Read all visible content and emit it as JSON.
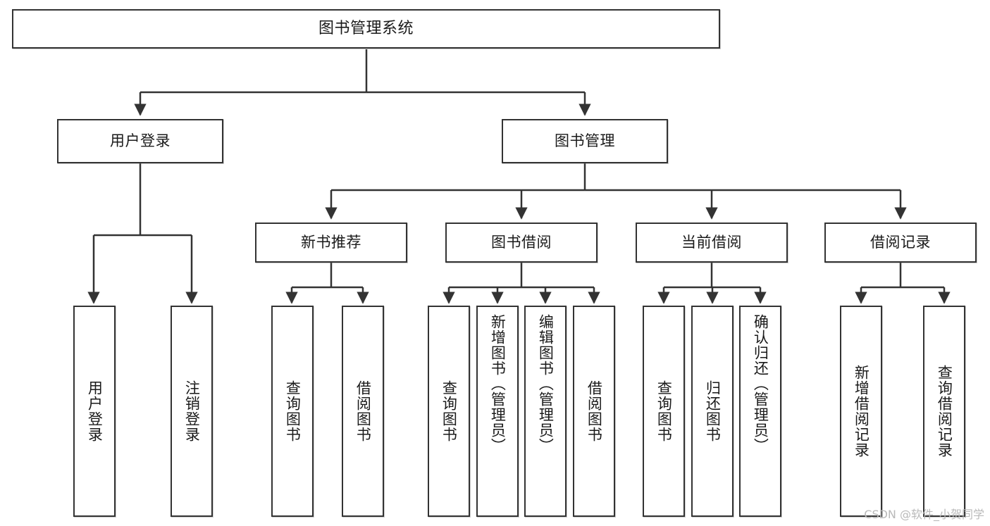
{
  "diagram": {
    "title": "图书管理系统",
    "type": "functional-structure-tree",
    "root": {
      "id": "root",
      "label": "图书管理系统"
    },
    "level2": [
      {
        "id": "user-login",
        "label": "用户登录"
      },
      {
        "id": "book-manage",
        "label": "图书管理"
      }
    ],
    "level3": [
      {
        "id": "new-book-recommend",
        "label": "新书推荐",
        "parent": "book-manage"
      },
      {
        "id": "book-borrow",
        "label": "图书借阅",
        "parent": "book-manage"
      },
      {
        "id": "current-borrow",
        "label": "当前借阅",
        "parent": "book-manage"
      },
      {
        "id": "borrow-record",
        "label": "借阅记录",
        "parent": "book-manage"
      }
    ],
    "leaves": [
      {
        "id": "leaf-user-login",
        "label": "用户登录",
        "parent": "user-login"
      },
      {
        "id": "leaf-logout-login",
        "label": "注销登录",
        "parent": "user-login"
      },
      {
        "id": "leaf-query-book-1",
        "label": "查询图书",
        "parent": "new-book-recommend"
      },
      {
        "id": "leaf-borrow-book-1",
        "label": "借阅图书",
        "parent": "new-book-recommend"
      },
      {
        "id": "leaf-query-book-2",
        "label": "查询图书",
        "parent": "book-borrow"
      },
      {
        "id": "leaf-add-book",
        "label": "新增图书（管理员）",
        "parent": "book-borrow"
      },
      {
        "id": "leaf-edit-book",
        "label": "编辑图书（管理员）",
        "parent": "book-borrow"
      },
      {
        "id": "leaf-borrow-book-2",
        "label": "借阅图书",
        "parent": "book-borrow"
      },
      {
        "id": "leaf-query-book-3",
        "label": "查询图书",
        "parent": "current-borrow"
      },
      {
        "id": "leaf-return-book",
        "label": "归还图书",
        "parent": "current-borrow"
      },
      {
        "id": "leaf-confirm-return",
        "label": "确认归还（管理员）",
        "parent": "current-borrow"
      },
      {
        "id": "leaf-add-record",
        "label": "新增借阅记录",
        "parent": "borrow-record"
      },
      {
        "id": "leaf-query-record",
        "label": "查询借阅记录",
        "parent": "borrow-record"
      }
    ]
  },
  "watermark": {
    "text": "CSDN @软件_小贺同学"
  },
  "colors": {
    "border": "#333333",
    "background": "#ffffff",
    "text": "#1a1a1a",
    "watermark": "#b9b9b9"
  }
}
